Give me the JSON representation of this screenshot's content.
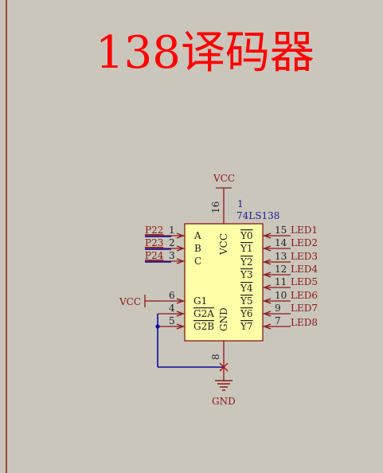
{
  "title": "138译码器",
  "colors": {
    "background": "#cac6bc",
    "border": "#8a1818",
    "title": "#ff0000",
    "wire_red": "#8a1818",
    "wire_blue": "#0a0aa0",
    "chip_fill": "#ffffa8",
    "junction_cross": "#b01010"
  },
  "chip": {
    "designator": "1",
    "part": "74LS138",
    "inside": {
      "A": "A",
      "B": "B",
      "C": "C",
      "G1": "G1",
      "G2A": "G2A",
      "G2B": "G2B",
      "VCC": "VCC",
      "GND": "GND",
      "Y0": "Y0",
      "Y1": "Y1",
      "Y2": "Y2",
      "Y3": "Y3",
      "Y4": "Y4",
      "Y5": "Y5",
      "Y6": "Y6",
      "Y7": "Y7"
    },
    "pins": {
      "A": "1",
      "B": "2",
      "C": "3",
      "G1": "6",
      "G2A": "4",
      "G2B": "5",
      "VCC": "16",
      "GND": "8",
      "Y0": "15",
      "Y1": "14",
      "Y2": "13",
      "Y3": "12",
      "Y4": "11",
      "Y5": "10",
      "Y6": "9",
      "Y7": "7"
    }
  },
  "nets": {
    "P22": "P22",
    "P23": "P23",
    "P24": "P24",
    "vcc_top": "VCC",
    "vcc_left": "VCC",
    "gnd": "GND",
    "LED1": "LED1",
    "LED2": "LED2",
    "LED3": "LED3",
    "LED4": "LED4",
    "LED5": "LED5",
    "LED6": "LED6",
    "LED7": "LED7",
    "LED8": "LED8"
  }
}
